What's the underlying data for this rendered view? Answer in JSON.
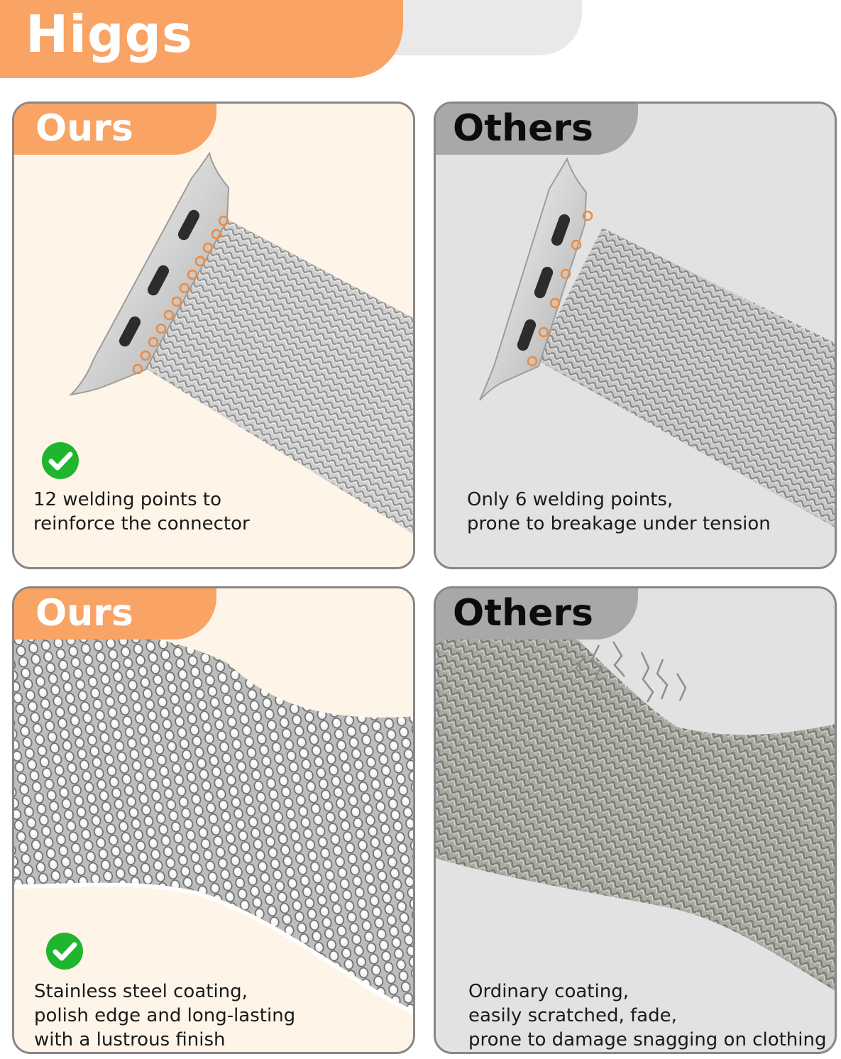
{
  "brand": {
    "name": "Higgs"
  },
  "panels": [
    {
      "label": "Ours",
      "caption": [
        "12 welding points to",
        "reinforce the connector"
      ]
    },
    {
      "label": "Others",
      "caption": [
        "Only 6 welding points,",
        "prone to breakage under tension"
      ]
    },
    {
      "label": "Ours",
      "caption": [
        "Stainless steel coating,",
        "polish edge and long-lasting",
        "with a lustrous finish"
      ]
    },
    {
      "label": "Others",
      "caption": [
        "Ordinary coating,",
        "easily scratched, fade,",
        "prone to damage snagging on clothing"
      ]
    }
  ],
  "colors": {
    "accent_orange": "#f9a364",
    "ours_bg": "#fef4e8",
    "others_bg": "#e2e2e2",
    "others_tab": "#a8a8a8",
    "check_green": "#1fb52d"
  },
  "icons": {
    "ours_marker": "check-circle-icon"
  }
}
